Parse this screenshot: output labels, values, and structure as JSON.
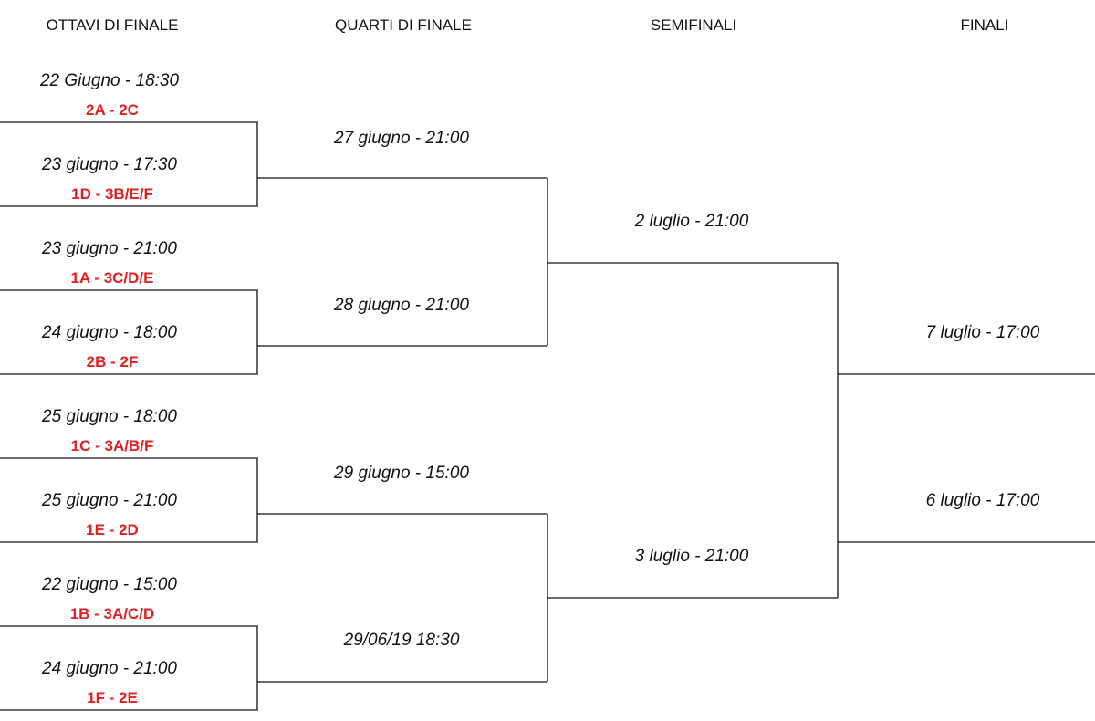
{
  "headers": {
    "round_of_16": "OTTAVI DI FINALE",
    "quarterfinals": "QUARTI DI FINALE",
    "semifinals": "SEMIFINALI",
    "finals": "FINALI"
  },
  "round_of_16": [
    {
      "date": "22 Giugno - 18:30",
      "teams": "2A - 2C"
    },
    {
      "date": "23 giugno - 17:30",
      "teams": "1D - 3B/E/F"
    },
    {
      "date": "23 giugno - 21:00",
      "teams": "1A - 3C/D/E"
    },
    {
      "date": "24 giugno - 18:00",
      "teams": "2B - 2F"
    },
    {
      "date": "25 giugno - 18:00",
      "teams": "1C - 3A/B/F"
    },
    {
      "date": "25 giugno - 21:00",
      "teams": "1E - 2D"
    },
    {
      "date": "22 giugno - 15:00",
      "teams": "1B - 3A/C/D"
    },
    {
      "date": "24 giugno - 21:00",
      "teams": "1F - 2E"
    }
  ],
  "quarterfinals": [
    {
      "date": "27 giugno - 21:00"
    },
    {
      "date": "28 giugno - 21:00"
    },
    {
      "date": "29 giugno - 15:00"
    },
    {
      "date": "29/06/19 18:30"
    }
  ],
  "semifinals": [
    {
      "date": "2 luglio - 21:00"
    },
    {
      "date": "3 luglio - 21:00"
    }
  ],
  "finals": [
    {
      "date": "7 luglio - 17:00"
    },
    {
      "date": "6 luglio - 17:00"
    }
  ],
  "colors": {
    "match_text": "#e02020",
    "line": "#111111",
    "text": "#111111"
  }
}
